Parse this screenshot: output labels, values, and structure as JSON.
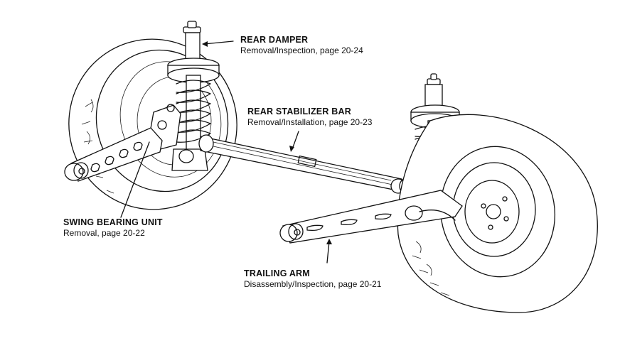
{
  "diagram": {
    "subject": "Rear suspension assembly",
    "callouts": [
      {
        "id": "rear-damper",
        "title": "REAR DAMPER",
        "reference": "Removal/Inspection, page 20-24"
      },
      {
        "id": "rear-stabilizer-bar",
        "title": "REAR STABILIZER BAR",
        "reference": "Removal/Installation, page 20-23"
      },
      {
        "id": "swing-bearing-unit",
        "title": "SWING BEARING UNIT",
        "reference": "Removal, page 20-22"
      },
      {
        "id": "trailing-arm",
        "title": "TRAILING ARM",
        "reference": "Disassembly/Inspection, page 20-21"
      }
    ],
    "components": [
      "left-wheel",
      "right-wheel",
      "left-damper-spring",
      "right-damper-spring",
      "stabilizer-bar",
      "left-trailing-arm",
      "right-trailing-arm",
      "swing-bearing-unit",
      "wheel-hub"
    ]
  }
}
